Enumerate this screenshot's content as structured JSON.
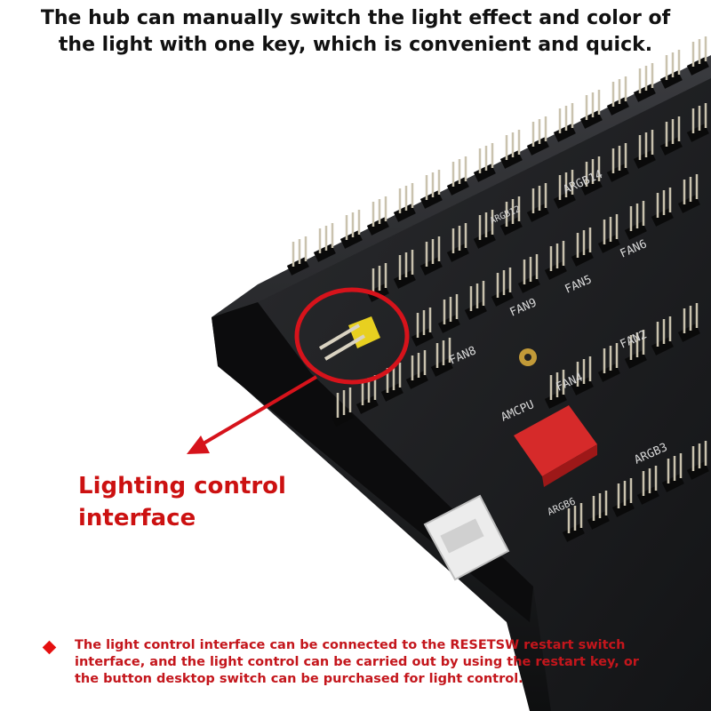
{
  "headline": {
    "line1": "The hub can manually switch the light effect and color of",
    "line2": "the light with one key, which is convenient and quick."
  },
  "callout": {
    "line1": "Lighting control",
    "line2": "interface",
    "color": "#cc1111"
  },
  "footnote": {
    "bullet_icon": "red-diamond",
    "bullet_color": "#e51010",
    "line1": "The light control interface can be connected to the RESETSW restart switch",
    "line2": "interface, and the light control can be carried out by using the restart key, or",
    "line3": "the button desktop switch can be purchased for light control."
  },
  "board_labels": {
    "argb14": "ARGB14",
    "argb12": "ARGB12",
    "fan8": "FAN8",
    "fan9": "FAN9",
    "fan5": "FAN5",
    "fan6": "FAN6",
    "fan4": "FAN4",
    "fan2": "FAN2",
    "argb6": "ARGB6",
    "argb3": "ARGB3",
    "amcpu": "AMCPU"
  },
  "colors": {
    "pcb": "#1b1c1e",
    "pins": "#c9c2ae",
    "highlight_ring": "#d6131b",
    "yellow_connector": "#e8d020",
    "red_connector": "#d62a2a",
    "white_connector": "#ececec"
  }
}
